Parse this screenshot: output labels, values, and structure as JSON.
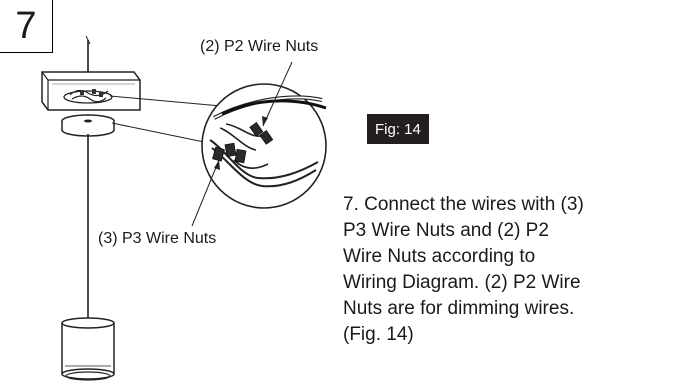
{
  "step_number": "7",
  "callouts": {
    "p2_wire_nuts": "(2) P2 Wire Nuts",
    "p3_wire_nuts": "(3) P3 Wire Nuts"
  },
  "figure_tag": "Fig: 14",
  "instruction_lines": [
    "7. Connect the wires with (3)",
    "P3 Wire Nuts and (2) P2",
    "Wire Nuts according to",
    "Wiring Diagram. (2) P2 Wire",
    "Nuts are for dimming wires.",
    "(Fig. 14)"
  ],
  "colors": {
    "ink": "#1a1a1a",
    "tag_background": "#231f20",
    "tag_text": "#ffffff"
  }
}
